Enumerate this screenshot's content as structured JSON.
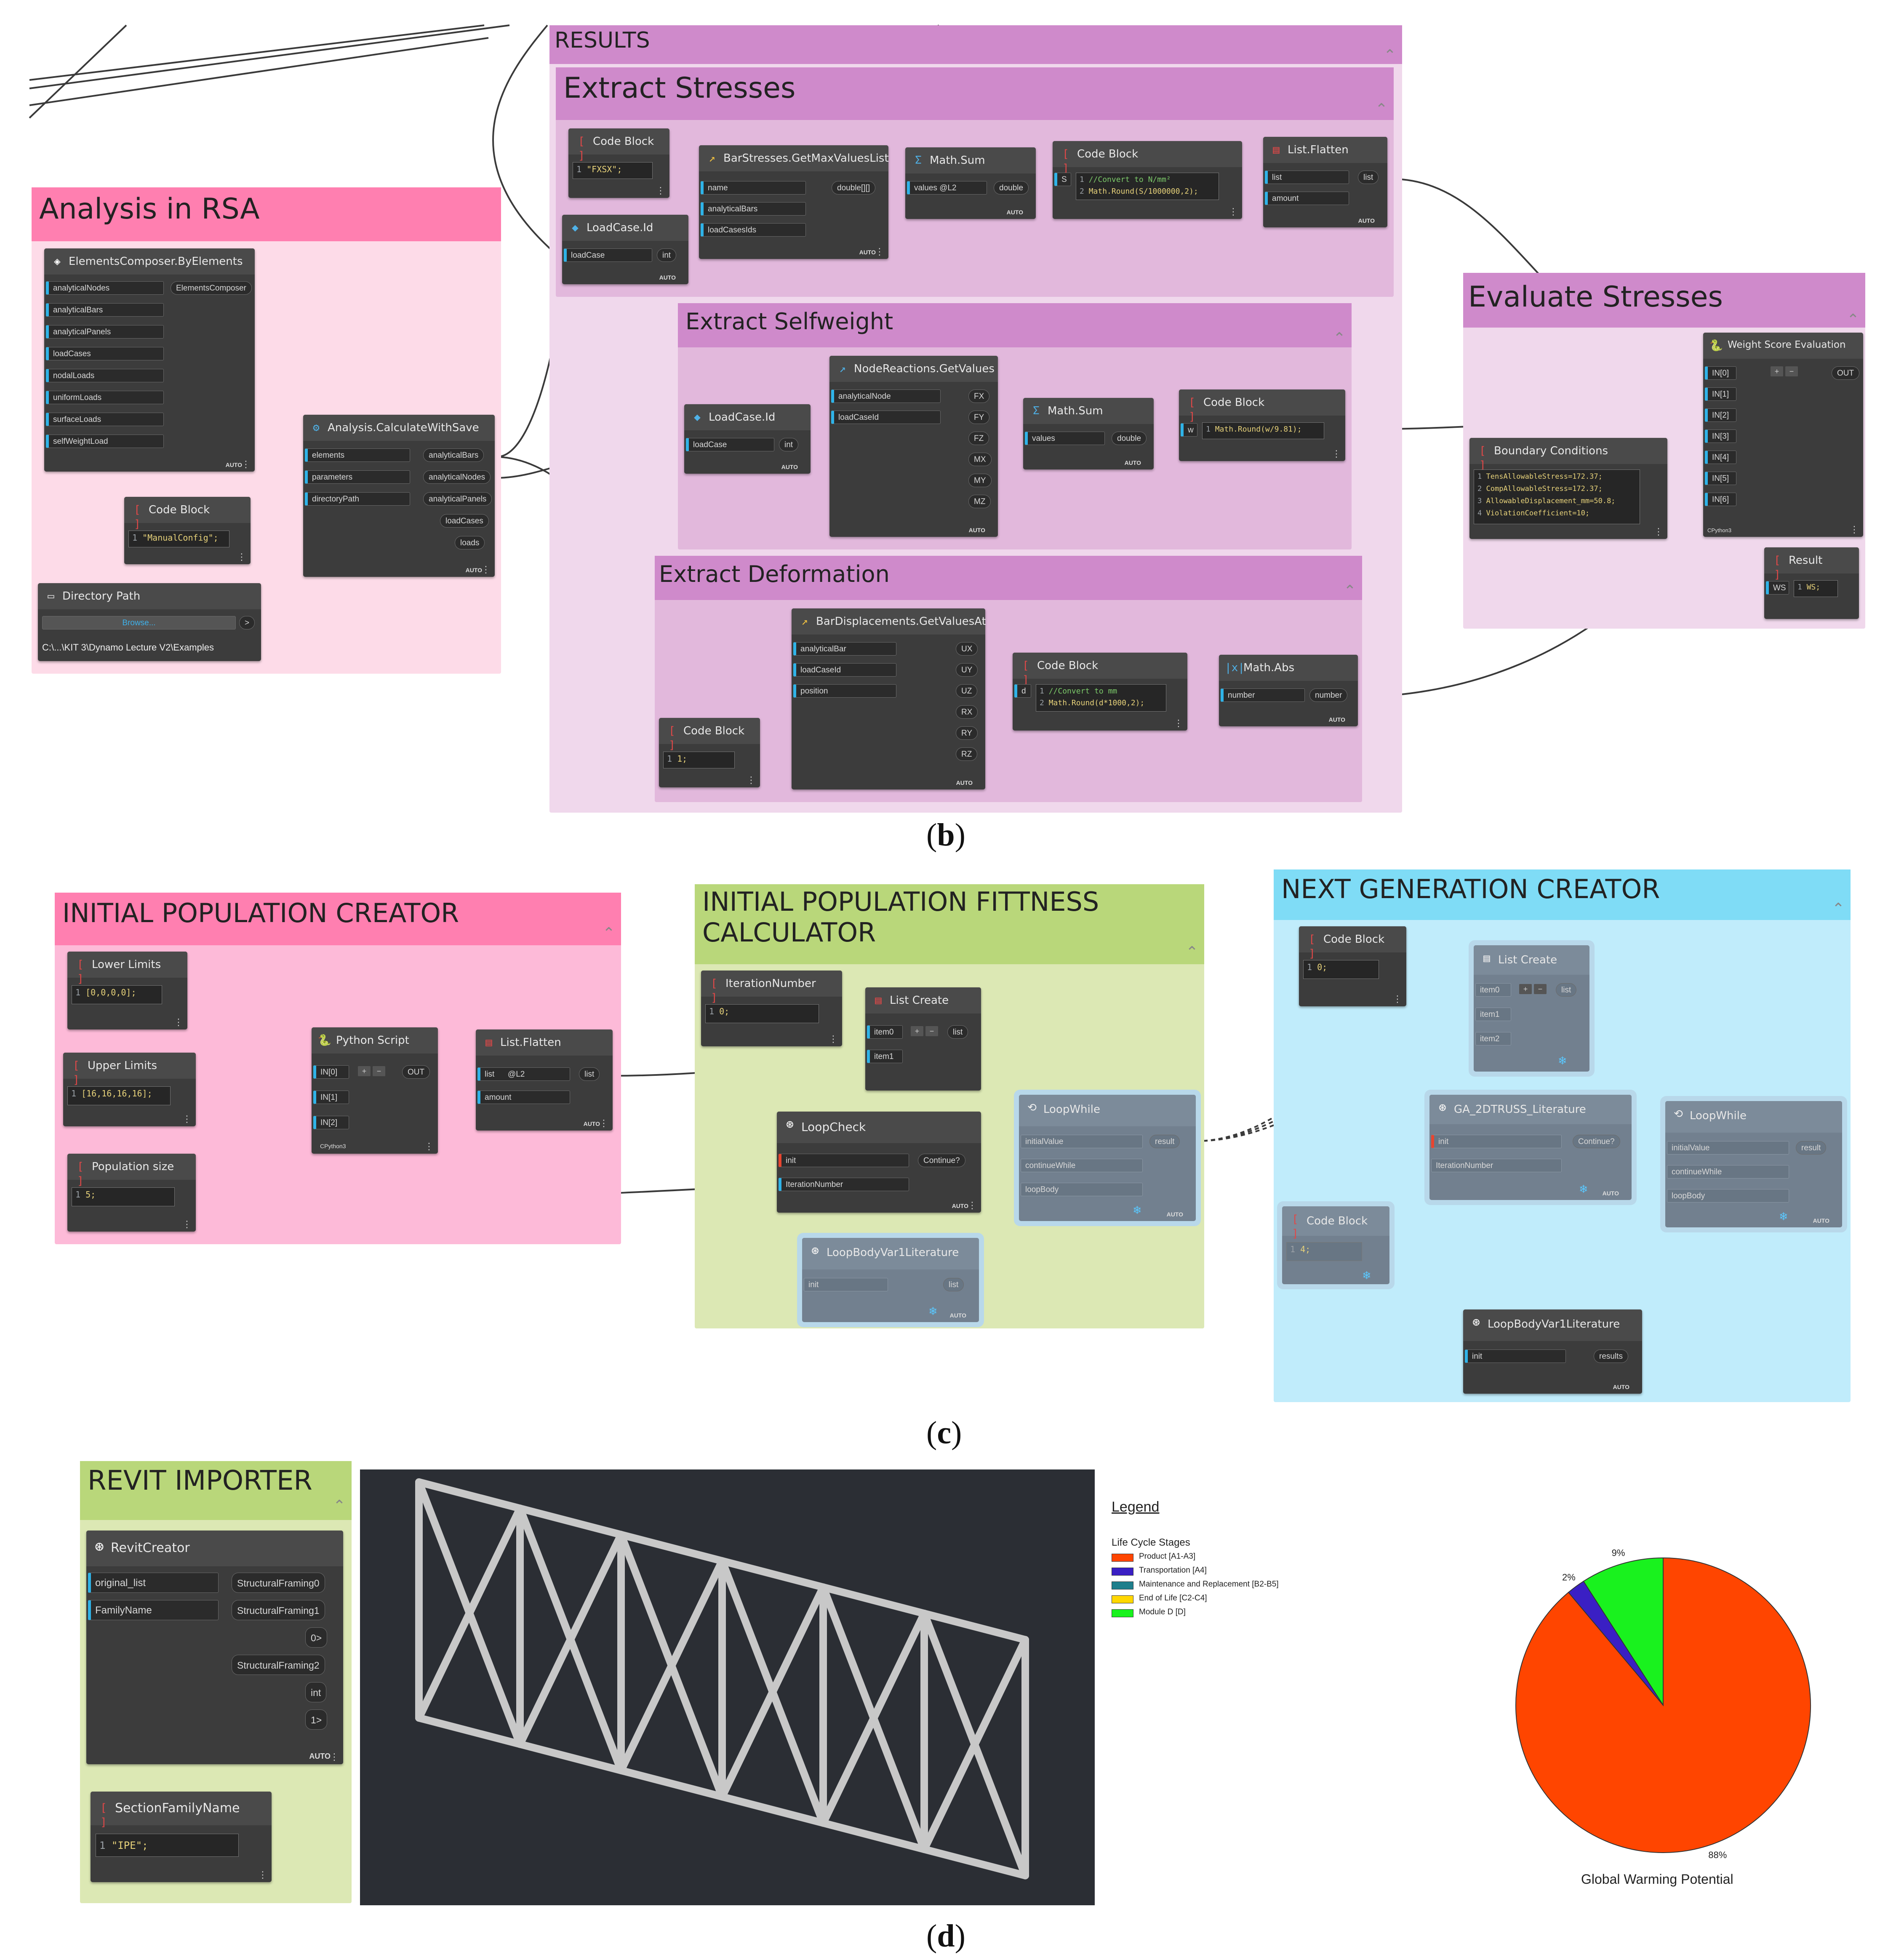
{
  "captions": {
    "b": "b",
    "c": "c",
    "d": "d"
  },
  "panel_b": {
    "results_group": "RESULTS",
    "extract_stresses_group": "Extract Stresses",
    "analysis_group": "Analysis in RSA",
    "extract_selfweight_group": "Extract Selfweight",
    "extract_deformation_group": "Extract Deformation",
    "evaluate_stresses_group": "Evaluate Stresses",
    "elements_composer": {
      "title": "ElementsComposer.ByElements",
      "inputs": [
        "analyticalNodes",
        "analyticalBars",
        "analyticalPanels",
        "loadCases",
        "nodalLoads",
        "uniformLoads",
        "surfaceLoads",
        "selfWeightLoad"
      ],
      "output": "ElementsComposer",
      "auto": "AUTO"
    },
    "code_manualconfig": {
      "title": "Code Block",
      "line_no": "1",
      "code": "\"ManualConfig\";"
    },
    "directory_path": {
      "title": "Directory Path",
      "button": "Browse...",
      "path": "C:\\...\\KIT 3\\Dynamo Lecture V2\\Examples"
    },
    "calculate": {
      "title": "Analysis.CalculateWithSave",
      "inputs": [
        "elements",
        "parameters",
        "directoryPath"
      ],
      "outputs": [
        "analyticalBars",
        "analyticalNodes",
        "analyticalPanels",
        "loadCases",
        "loads"
      ],
      "auto": "AUTO"
    },
    "code_fxsx": {
      "title": "Code Block",
      "line_no": "1",
      "code": "\"FXSX\";"
    },
    "loadcase_id_1": {
      "title": "LoadCase.Id",
      "input": "loadCase",
      "output": "int",
      "auto": "AUTO"
    },
    "bar_stresses": {
      "title": "BarStresses.GetMaxValuesList",
      "inputs": [
        "name",
        "analyticalBars",
        "loadCasesIds"
      ],
      "output": "double[][]",
      "auto": "AUTO"
    },
    "math_sum_1": {
      "title": "Math.Sum",
      "input": "values",
      "lacing": "@L2",
      "output": "double",
      "auto": "AUTO"
    },
    "code_convert": {
      "title": "Code Block",
      "line1_no": "1",
      "line1": "//Convert to N/mm²",
      "line2_no": "2",
      "line2": "Math.Round(S/1000000,2);",
      "input": "S"
    },
    "list_flatten_1": {
      "title": "List.Flatten",
      "inputs": [
        "list",
        "amount"
      ],
      "output": "list",
      "auto": "AUTO"
    },
    "loadcase_id_2": {
      "title": "LoadCase.Id",
      "input": "loadCase",
      "output": "int",
      "auto": "AUTO"
    },
    "node_reactions": {
      "title": "NodeReactions.GetValues",
      "inputs": [
        "analyticalNode",
        "loadCaseId"
      ],
      "outputs": [
        "FX",
        "FY",
        "FZ",
        "MX",
        "MY",
        "MZ"
      ],
      "auto": "AUTO"
    },
    "math_sum_2": {
      "title": "Math.Sum",
      "input": "values",
      "output": "double",
      "auto": "AUTO"
    },
    "code_weight": {
      "title": "Code Block",
      "line_no": "1",
      "code": "Math.Round(w/9.81);",
      "input": "w"
    },
    "bar_displacements": {
      "title": "BarDisplacements.GetValuesAt",
      "inputs": [
        "analyticalBar",
        "loadCaseId",
        "position"
      ],
      "outputs": [
        "UX",
        "UY",
        "UZ",
        "RX",
        "RY",
        "RZ"
      ],
      "auto": "AUTO"
    },
    "code_position": {
      "title": "Code Block",
      "line_no": "1",
      "code": "1;"
    },
    "code_mm": {
      "title": "Code Block",
      "line1_no": "1",
      "line1": "//Convert to mm",
      "line2_no": "2",
      "line2": "Math.Round(d*1000,2);",
      "input": "d"
    },
    "math_abs": {
      "title": "Math.Abs",
      "input": "number",
      "output": "number",
      "auto": "AUTO"
    },
    "weight_score": {
      "title": "Weight Score Evaluation",
      "inputs": [
        "IN[0]",
        "IN[1]",
        "IN[2]",
        "IN[3]",
        "IN[4]",
        "IN[5]",
        "IN[6]"
      ],
      "output": "OUT",
      "footer": "CPython3"
    },
    "boundary": {
      "title": "Boundary Conditions",
      "lines": [
        "TensAllowableStress=172.37;",
        "CompAllowableStress=172.37;",
        "AllowableDisplacement_mm=50.8;",
        "ViolationCoefficient=10;"
      ],
      "line_nos": [
        "1",
        "2",
        "3",
        "4"
      ]
    },
    "result": {
      "title": "Result",
      "input": "WS",
      "line_no": "1",
      "code": "WS;"
    }
  },
  "panel_c": {
    "initial_group": "INITIAL POPULATION CREATOR",
    "fitness_group_line1": "INITIAL POPULATION  FITTNESS",
    "fitness_group_line2": "CALCULATOR",
    "next_group": "NEXT GENERATION CREATOR",
    "lower_limits": {
      "title": "Lower Limits",
      "line_no": "1",
      "code": "[0,0,0,0];"
    },
    "upper_limits": {
      "title": "Upper Limits",
      "line_no": "1",
      "code": "[16,16,16,16];"
    },
    "population_size": {
      "title": "Population size",
      "line_no": "1",
      "code": "5;"
    },
    "python_script": {
      "title": "Python Script",
      "inputs": [
        "IN[0]",
        "IN[1]",
        "IN[2]"
      ],
      "output": "OUT",
      "footer": "CPython3"
    },
    "list_flatten": {
      "title": "List.Flatten",
      "inputs": [
        "list",
        "amount"
      ],
      "lacing": "@L2",
      "output": "list",
      "auto": "AUTO"
    },
    "iteration_number": {
      "title": "IterationNumber",
      "line_no": "1",
      "code": "0;"
    },
    "list_create_1": {
      "title": "List Create",
      "inputs": [
        "item0",
        "item1"
      ],
      "output": "list"
    },
    "loop_check": {
      "title": "LoopCheck",
      "inputs": [
        "init",
        "IterationNumber"
      ],
      "output": "Continue?",
      "auto": "AUTO"
    },
    "loop_while_1": {
      "title": "LoopWhile",
      "inputs": [
        "initialValue",
        "continueWhile",
        "loopBody"
      ],
      "output": "result",
      "auto": "AUTO"
    },
    "loop_body_1": {
      "title": "LoopBodyVar1Literature",
      "input": "init",
      "output": "list",
      "auto": "AUTO"
    },
    "code_zero": {
      "title": "Code Block",
      "line_no": "1",
      "code": "0;"
    },
    "list_create_2": {
      "title": "List Create",
      "inputs": [
        "item0",
        "item1",
        "item2"
      ],
      "output": "list"
    },
    "ga_truss": {
      "title": "GA_2DTRUSS_Literature",
      "inputs": [
        "init",
        "IterationNumber"
      ],
      "output": "Continue?",
      "auto": "AUTO"
    },
    "loop_while_2": {
      "title": "LoopWhile",
      "inputs": [
        "initialValue",
        "continueWhile",
        "loopBody"
      ],
      "output": "result",
      "auto": "AUTO"
    },
    "code_four": {
      "title": "Code Block",
      "line_no": "1",
      "code": "4;"
    },
    "loop_body_2": {
      "title": "LoopBodyVar1Literature",
      "input": "init",
      "output": "results",
      "auto": "AUTO"
    }
  },
  "panel_d": {
    "revit_group": "REVIT IMPORTER",
    "revit_creator": {
      "title": "RevitCreator",
      "inputs": [
        "original_list",
        "FamilyName"
      ],
      "outputs": [
        "StructuralFraming0",
        "StructuralFraming1",
        "0>",
        "StructuralFraming2",
        "int",
        "1>"
      ],
      "auto": "AUTO"
    },
    "section_family": {
      "title": "SectionFamilyName",
      "line_no": "1",
      "code": "\"IPE\";"
    }
  },
  "chart_data": {
    "type": "pie",
    "title": "Global Warming Potential",
    "legend_title": "Legend",
    "legend_subtitle": "Life Cycle Stages",
    "categories": [
      "Product [A1-A3]",
      "Transportation [A4]",
      "Maintenance and Replacement [B2-B5]",
      "End of Life [C2-C4]",
      "Module D [D]"
    ],
    "values": [
      88,
      2,
      0,
      0,
      9
    ],
    "labels": [
      "88%",
      "2%",
      "",
      "",
      "9%"
    ],
    "colors": [
      "#ff4500",
      "#3a1fc4",
      "#1e7f8c",
      "#ffd700",
      "#19f21e"
    ],
    "legend_position": "top-left"
  }
}
